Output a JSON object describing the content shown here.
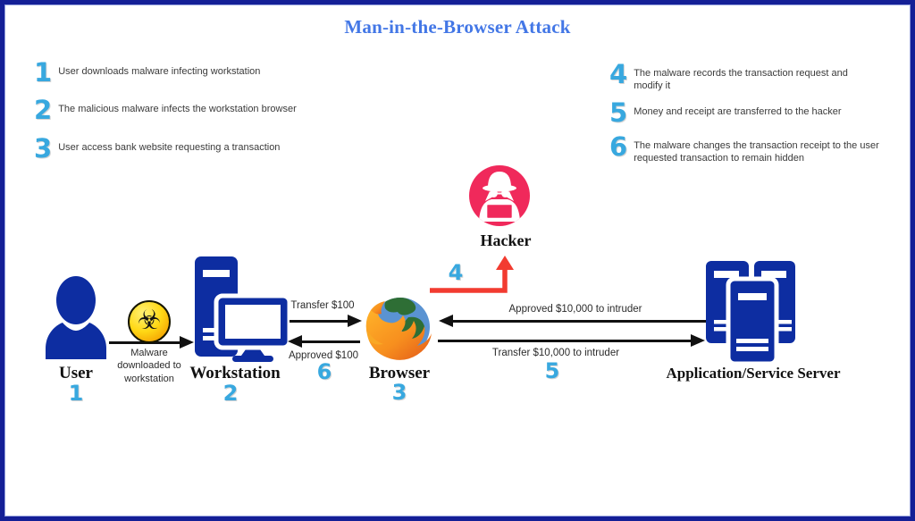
{
  "title": "Man-in-the-Browser Attack",
  "steps_left": [
    {
      "num": "1",
      "text": "User downloads malware infecting workstation"
    },
    {
      "num": "2",
      "text": "The malicious malware infects the workstation browser"
    },
    {
      "num": "3",
      "text": "User access bank website requesting a transaction"
    }
  ],
  "steps_right": [
    {
      "num": "4",
      "text": "The malware records the transaction request and modify it"
    },
    {
      "num": "5",
      "text": "Money and receipt are  transferred to the hacker"
    },
    {
      "num": "6",
      "text": "The malware changes the transaction receipt to the user requested transaction to remain hidden"
    }
  ],
  "nodes": {
    "user": {
      "label": "User",
      "num": "1"
    },
    "workstation": {
      "label": "Workstation",
      "num": "2"
    },
    "browser": {
      "label": "Browser",
      "num": "3"
    },
    "hacker": {
      "label": "Hacker"
    },
    "server": {
      "label": "Application/Service Server"
    }
  },
  "edges": {
    "malware": {
      "label": "Malware downloaded to workstation"
    },
    "transfer100": {
      "label": "Transfer $100"
    },
    "approved100": {
      "label": "Approved $100",
      "num": "6"
    },
    "approved10000": {
      "label": "Approved $10,000 to intruder"
    },
    "transfer10000": {
      "label": "Transfer $10,000 to intruder",
      "num": "5"
    },
    "to_hacker": {
      "num": "4"
    }
  },
  "icons": {
    "biohazard_glyph": "☣"
  },
  "colors": {
    "title_blue": "#4377E6",
    "step_number_blue": "#38A8DF",
    "icon_navy": "#0D2DA1",
    "hacker_pink": "#F0295B",
    "arrow_black": "#111111",
    "red_arrow": "#F23B30",
    "frame_border_navy": "#141F96",
    "biohazard_yellow": "#FFD815"
  }
}
